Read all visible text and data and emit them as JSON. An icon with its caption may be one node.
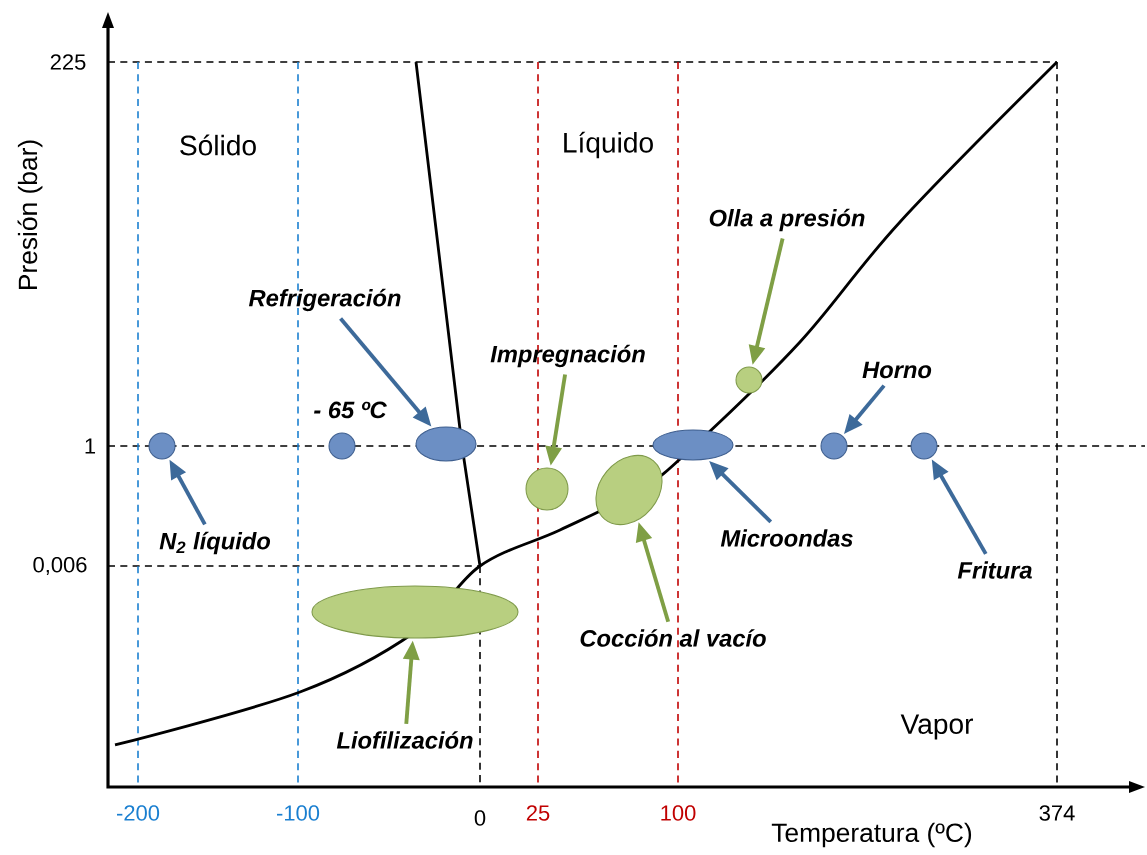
{
  "diagram": {
    "nodes": [
      {
        "text": [
          "N$_{2}$ líquido"
        ]
      },
      {
        "text": [
          "Refrigeración"
        ]
      },
      {
        "text": [
          "Impregnación"
        ]
      },
      {
        "text": [
          "Olla a presión"
        ]
      },
      {
        "text": [
          "Horno"
        ]
      },
      {
        "text": [
          "Microondas"
        ]
      },
      {
        "text": [
          "Fritura"
        ]
      },
      {
        "text": [
          "Cocción al vacío"
        ]
      },
      {
        "text": [
          "Liofilización"
        ]
      },
      {
        "text": [],
        "shape": "circle"
      },
      {
        "text": [],
        "shape": "circle"
      },
      {
        "text": [],
        "shape": "ellipse"
      },
      {
        "text": [],
        "shape": "ellipse"
      },
      {
        "text": [],
        "shape": "circle"
      },
      {
        "text": [],
        "shape": "ellipse"
      },
      {
        "text": [],
        "shape": "ellipse"
      },
      {
        "text": [],
        "shape": "circle"
      },
      {
        "text": [],
        "shape": "circle"
      },
      {
        "text": [],
        "shape": "circle"
      }
    ],
    "edges": [
      {
        "from": 0,
        "to": 9,
        "arrow": "to",
        "color": "#3d6a9a"
      },
      {
        "from": 1,
        "to": 12,
        "arrow": "to",
        "color": "#3d6a9a"
      },
      {
        "from": 2,
        "to": 13,
        "arrow": "to",
        "color": "#7f9f45"
      },
      {
        "from": 3,
        "to": 16,
        "arrow": "to",
        "color": "#7f9f45"
      },
      {
        "from": 4,
        "to": 17,
        "arrow": "to",
        "color": "#3d6a9a"
      },
      {
        "from": 5,
        "to": 15,
        "arrow": "to",
        "color": "#3d6a9a"
      },
      {
        "from": 6,
        "to": 18,
        "arrow": "to",
        "color": "#3d6a9a"
      },
      {
        "from": 7,
        "to": 14,
        "arrow": "to",
        "color": "#7f9f45"
      },
      {
        "from": 8,
        "to": 11,
        "arrow": "to",
        "color": "#7f9f45"
      }
    ],
    "labels": [
      "225",
      "Sólido",
      "Líquido",
      "Presión (bar)",
      "- 65 ºC",
      "1",
      "0,006",
      "Vapor",
      "-200",
      "-100",
      "0",
      "25",
      "100",
      "374",
      "Temperatura (ºC)"
    ]
  }
}
